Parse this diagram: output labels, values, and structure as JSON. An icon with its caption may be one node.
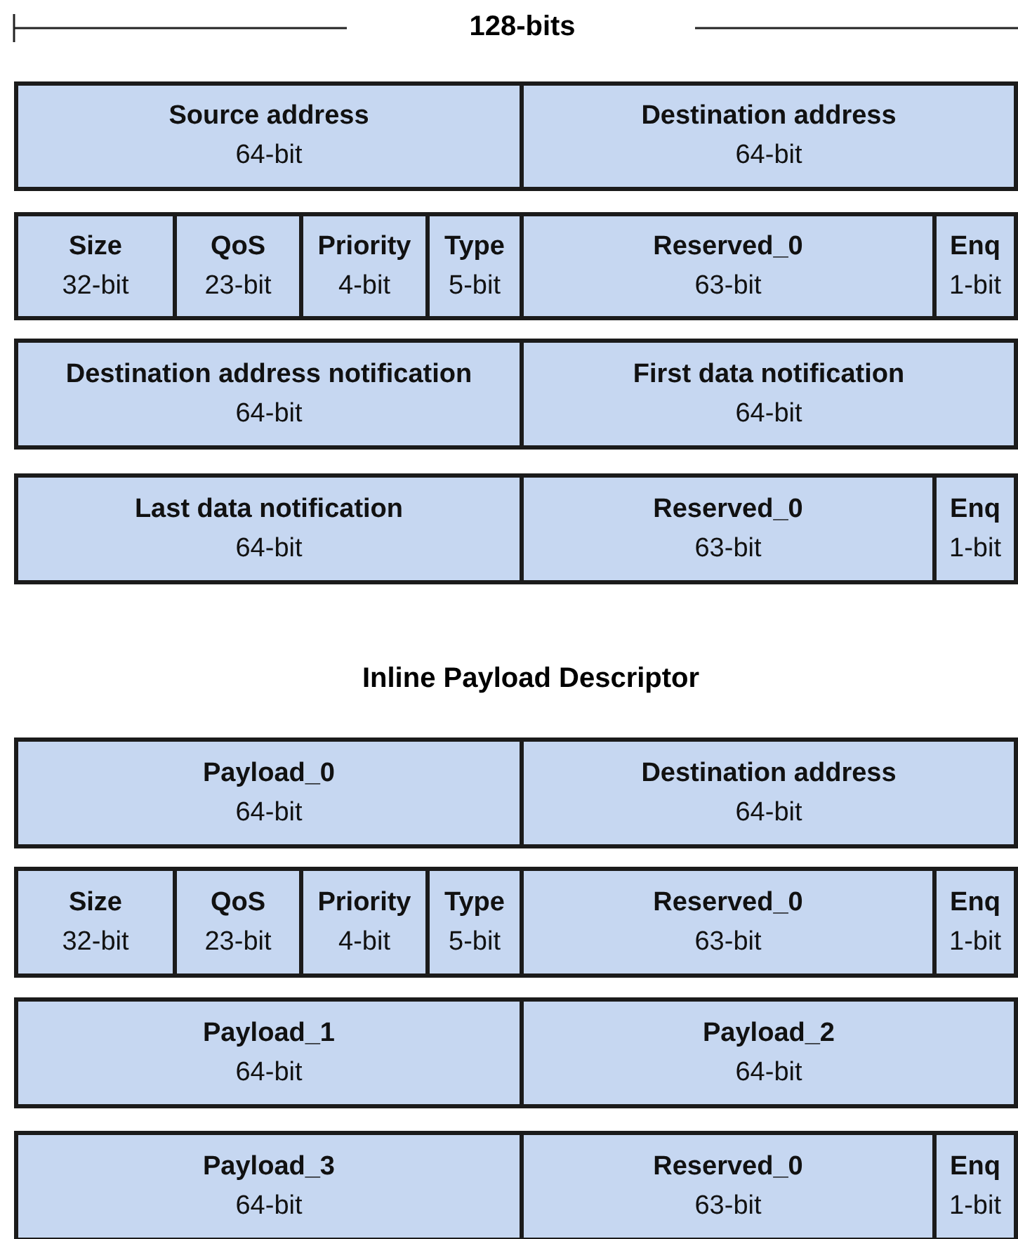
{
  "diagram": {
    "nodes": [
      {
        "text": [
          "Source address",
          "64-bit"
        ]
      },
      {
        "text": [
          "Destination address",
          "64-bit"
        ]
      },
      {
        "text": [
          "Size",
          "32-bit"
        ]
      },
      {
        "text": [
          "QoS",
          "23-bit"
        ]
      },
      {
        "text": [
          "Priority",
          "4-bit"
        ]
      },
      {
        "text": [
          "Type",
          "5-bit"
        ]
      },
      {
        "text": [
          "Reserved_0",
          "63-bit"
        ]
      },
      {
        "text": [
          "Enq",
          "1-bit"
        ]
      },
      {
        "text": [
          "Destination address notification",
          "64-bit"
        ]
      },
      {
        "text": [
          "First data notification",
          "64-bit"
        ]
      },
      {
        "text": [
          "Last data notification",
          "64-bit"
        ]
      },
      {
        "text": [
          "Reserved_0",
          "63-bit"
        ]
      },
      {
        "text": [
          "Enq",
          "1-bit"
        ]
      },
      {
        "text": [
          "Payload_0",
          "64-bit"
        ]
      },
      {
        "text": [
          "Destination address",
          "64-bit"
        ]
      },
      {
        "text": [
          "Size",
          "32-bit"
        ]
      },
      {
        "text": [
          "QoS",
          "23-bit"
        ]
      },
      {
        "text": [
          "Priority",
          "4-bit"
        ]
      },
      {
        "text": [
          "Type",
          "5-bit"
        ]
      },
      {
        "text": [
          "Reserved_0",
          "63-bit"
        ]
      },
      {
        "text": [
          "Enq",
          "1-bit"
        ]
      },
      {
        "text": [
          "Payload_1",
          "64-bit"
        ]
      },
      {
        "text": [
          "Payload_2",
          "64-bit"
        ]
      },
      {
        "text": [
          "Payload_3",
          "64-bit"
        ]
      },
      {
        "text": [
          "Reserved_0",
          "63-bit"
        ]
      },
      {
        "text": [
          "Enq",
          "1-bit"
        ]
      }
    ],
    "labels": [
      "128-bits",
      "Inline Payload Descriptor"
    ]
  }
}
